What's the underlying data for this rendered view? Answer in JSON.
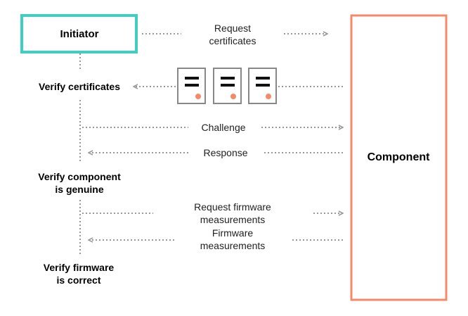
{
  "colors": {
    "initiator_border": "#3ecfc1",
    "component_border": "#f5896a",
    "arrow": "#999999",
    "cert_border": "#888888",
    "cert_bar": "#111111",
    "cert_dot": "#f5896a",
    "text": "#222222"
  },
  "icons": [
    "certificate-icon",
    "certificate-icon",
    "certificate-icon"
  ],
  "boxes": {
    "initiator": "Initiator",
    "component": "Component"
  },
  "steps": {
    "verify_certificates": "Verify certificates",
    "verify_component_1": "Verify component",
    "verify_component_2": "is genuine",
    "verify_firmware_1": "Verify firmware",
    "verify_firmware_2": "is correct"
  },
  "messages": {
    "request_certs_1": "Request",
    "request_certs_2": "certificates",
    "challenge": "Challenge",
    "response": "Response",
    "request_fw_1": "Request firmware",
    "request_fw_2": "measurements",
    "fw_meas_1": "Firmware",
    "fw_meas_2": "measurements"
  }
}
